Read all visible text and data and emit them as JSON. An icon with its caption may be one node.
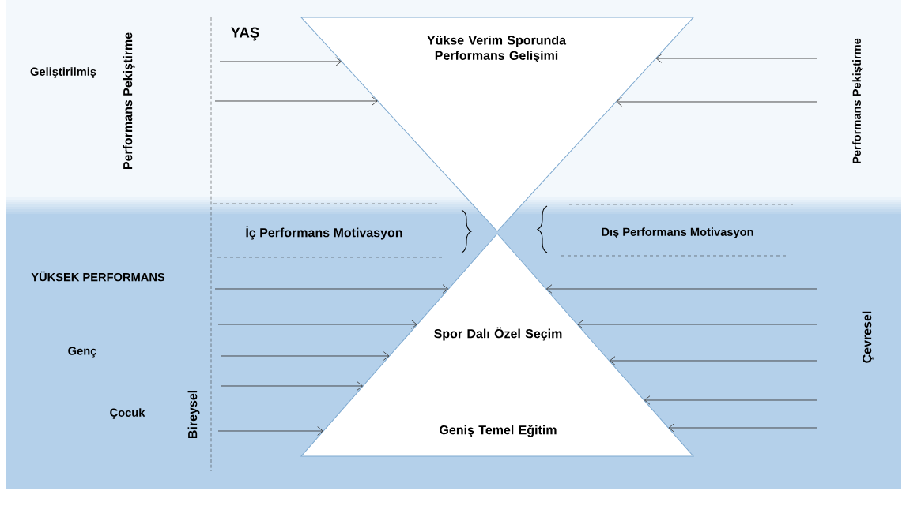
{
  "diagram": {
    "nodes": [
      {
        "text": [
          "Yükse Verim Sporunda Performans Gelişimi"
        ]
      },
      {
        "text": [
          "Spor Dalı Özel Seçim",
          "Geniş Temel Eğitim"
        ]
      }
    ],
    "edges": [
      {
        "from": null,
        "to": 0,
        "arrow": "to"
      },
      {
        "from": null,
        "to": 0,
        "arrow": "to"
      },
      {
        "from": null,
        "to": 0,
        "arrow": "to"
      },
      {
        "from": null,
        "to": 0,
        "arrow": "to"
      },
      {
        "from": null,
        "to": 1,
        "arrow": "to"
      },
      {
        "from": null,
        "to": 1,
        "arrow": "to"
      },
      {
        "from": null,
        "to": 1,
        "arrow": "to"
      },
      {
        "from": null,
        "to": 1,
        "arrow": "to"
      },
      {
        "from": null,
        "to": 1,
        "arrow": "to"
      },
      {
        "from": null,
        "to": 1,
        "arrow": "to"
      },
      {
        "from": null,
        "to": 1,
        "arrow": "to"
      },
      {
        "from": null,
        "to": 1,
        "arrow": "to"
      },
      {
        "from": null,
        "to": 1,
        "arrow": "to"
      },
      {
        "from": null,
        "to": 1,
        "arrow": "to"
      }
    ],
    "labels": [
      "Performans Pekiştirme",
      "YAŞ",
      "Performans Pekiştirme",
      "Geliştirilmiş",
      "İç Performans Motivasyon",
      "Dış Performans Motivasyon",
      "YÜKSEK PERFORMANS",
      "Çevresel",
      "Genç",
      "Çocuk",
      "Bireysel"
    ]
  }
}
